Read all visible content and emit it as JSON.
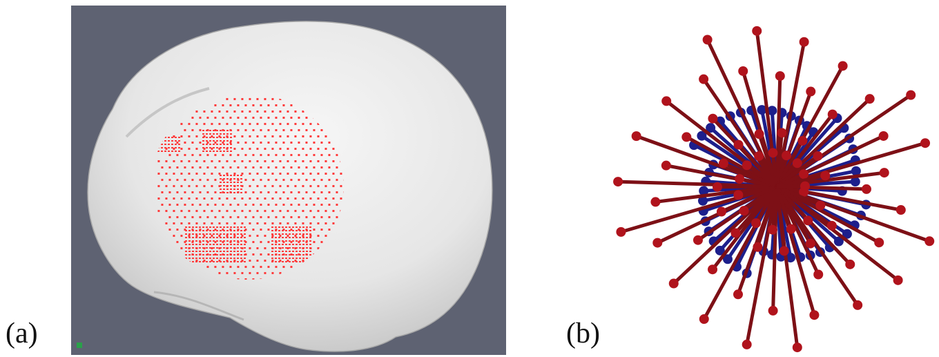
{
  "panels": [
    {
      "label": "(a)",
      "content": "render",
      "background_color": "#5e6272",
      "surface_color": "#ececec",
      "point_color": "#ff3b3b"
    },
    {
      "label": "(b)",
      "content": "arrow-burst",
      "inner_color": "#1d1f8c",
      "outer_color": "#7d1016",
      "outer_head_color": "#b0131c"
    }
  ]
}
